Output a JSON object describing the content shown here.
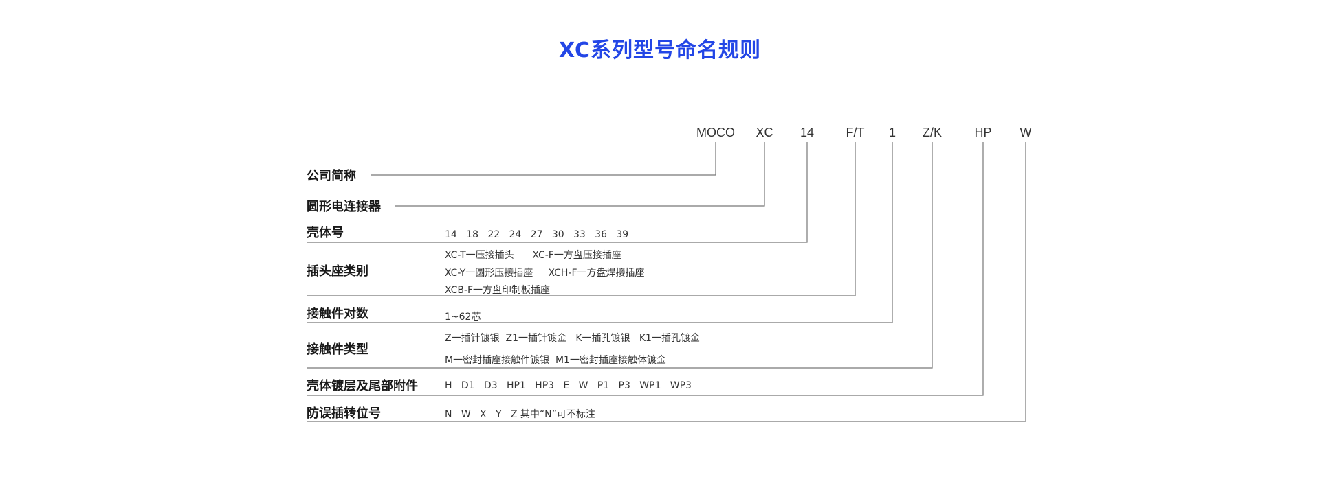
{
  "title": "XC系列型号命名规则",
  "colors": {
    "title": "#2346e6",
    "line": "#777777"
  },
  "codes": [
    "MOCO",
    "XC",
    "14",
    "F/T",
    "1",
    "Z/K",
    "HP",
    "W"
  ],
  "rows": [
    {
      "label": "公司简称",
      "lines": []
    },
    {
      "label": "圆形电连接器",
      "lines": []
    },
    {
      "label": "壳体号",
      "lines": [
        "14   18   22   24   27   30   33   36   39"
      ]
    },
    {
      "label": "插头座类别",
      "lines": [
        "XC-T一压接插头      XC-F一方盘压接插座",
        "XC-Y一圆形压接插座     XCH-F一方盘焊接插座",
        "XCB-F一方盘印制板插座"
      ]
    },
    {
      "label": "接触件对数",
      "lines": [
        "1~62芯"
      ]
    },
    {
      "label": "接触件类型",
      "lines": [
        "Z一插针镀银  Z1一插针镀金   K一插孔镀银   K1一插孔镀金",
        "M一密封插座接触件镀银  M1一密封插座接触体镀金"
      ]
    },
    {
      "label": "壳体镀层及尾部附件",
      "lines": [
        "H   D1   D3   HP1   HP3   E   W   P1   P3   WP1   WP3"
      ]
    },
    {
      "label": "防误插转位号",
      "lines": [
        "N   W   X   Y   Z 其中“N”可不标注"
      ]
    }
  ]
}
